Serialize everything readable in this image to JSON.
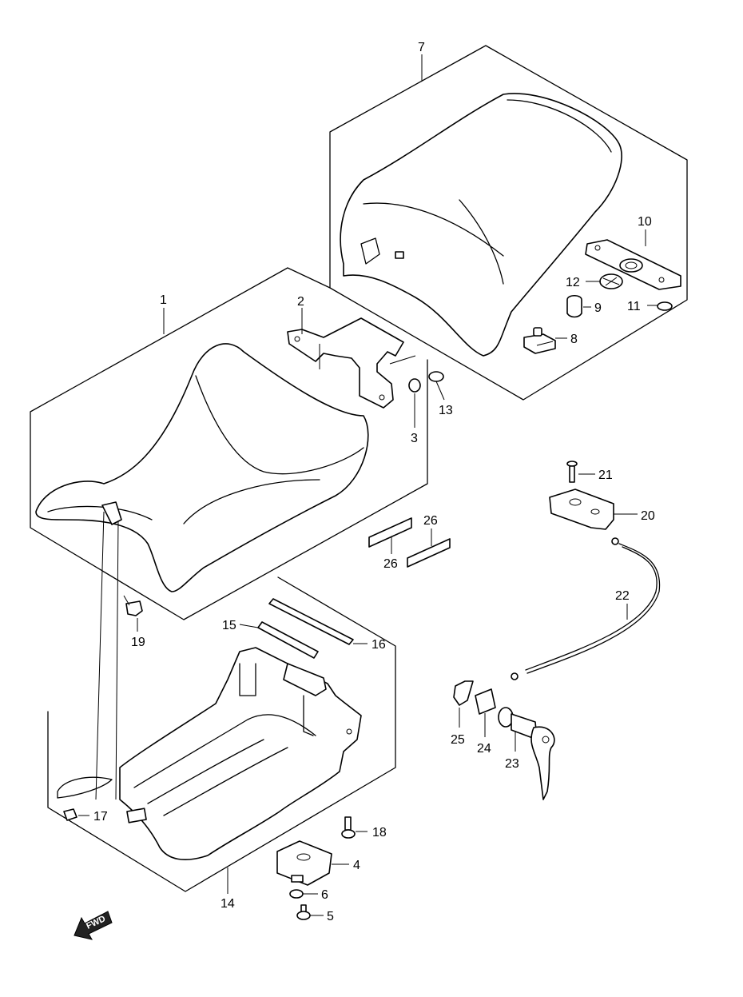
{
  "labels": {
    "p1": "1",
    "p2": "2",
    "p3": "3",
    "p4": "4",
    "p5": "5",
    "p6": "6",
    "p7": "7",
    "p8": "8",
    "p9": "9",
    "p10": "10",
    "p11": "11",
    "p12": "12",
    "p13": "13",
    "p14": "14",
    "p15": "15",
    "p16": "16",
    "p17": "17",
    "p18": "18",
    "p19": "19",
    "p20": "20",
    "p21": "21",
    "p22": "22",
    "p23": "23",
    "p24": "24",
    "p25": "25",
    "p26a": "26",
    "p26b": "26"
  },
  "fwd_text": "FWD"
}
